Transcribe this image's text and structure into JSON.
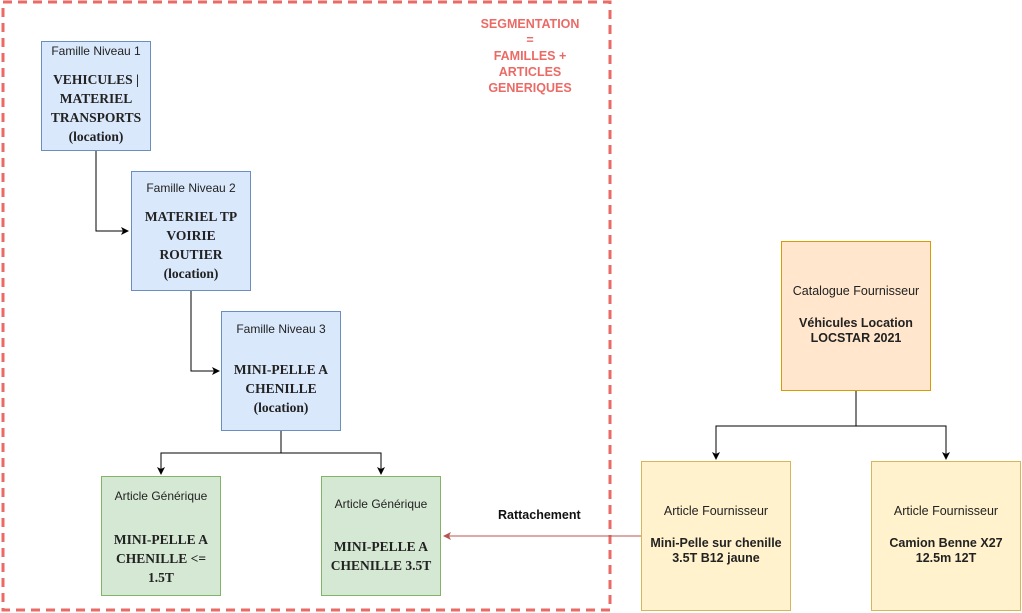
{
  "segmentation_label": "SEGMENTATION\n=\nFAMILLES +\nARTICLES\nGENERIQUES",
  "famille1": {
    "label": "Famille Niveau 1",
    "name": "VEHICULES |\nMATERIEL\nTRANSPORTS\n(location)"
  },
  "famille2": {
    "label": "Famille Niveau 2",
    "name": "MATERIEL TP\nVOIRIE\nROUTIER\n(location)"
  },
  "famille3": {
    "label": "Famille Niveau 3",
    "name": "MINI-PELLE A\nCHENILLE\n(location)"
  },
  "article_generique_1": {
    "label": "Article Générique",
    "name": "MINI-PELLE A\nCHENILLE <=\n1.5T"
  },
  "article_generique_2": {
    "label": "Article Générique",
    "name": "MINI-PELLE A\nCHENILLE 3.5T"
  },
  "catalogue": {
    "label": "Catalogue Fournisseur",
    "name": "Véhicules Location\nLOCSTAR 2021"
  },
  "article_fournisseur_1": {
    "label": "Article Fournisseur",
    "name": "Mini-Pelle sur chenille\n3.5T B12 jaune"
  },
  "article_fournisseur_2": {
    "label": "Article Fournisseur",
    "name": "Camion Benne X27\n12.5m 12T"
  },
  "edge_label": "Rattachement",
  "colors": {
    "segmentation_border": "#ea6b66",
    "famille_fill": "#dae8fc",
    "generique_fill": "#d5e8d4",
    "catalogue_fill": "#ffe6cc",
    "fournisseur_fill": "#fff2cc",
    "rattachement_arrow": "#b85450"
  }
}
